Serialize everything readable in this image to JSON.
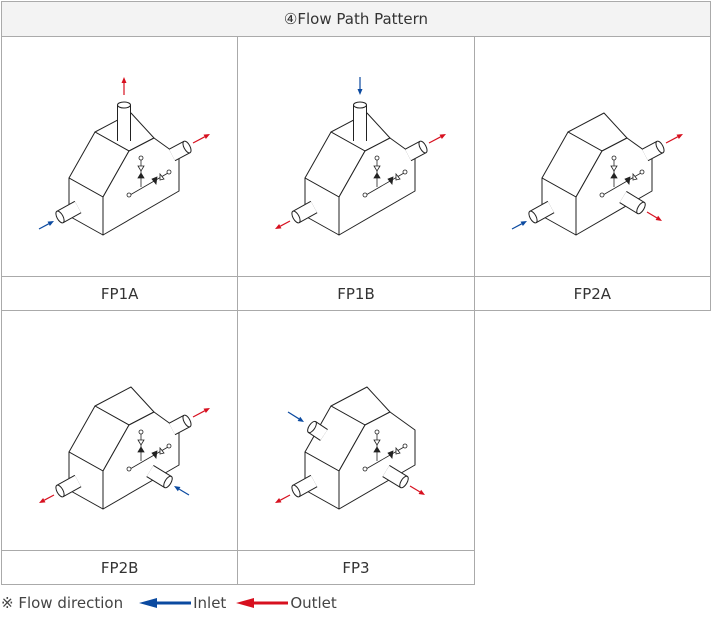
{
  "title": "④Flow Path Pattern",
  "colors": {
    "inlet": "#0b4aa0",
    "outlet": "#d7101f",
    "line": "#222"
  },
  "patterns": [
    {
      "label": "FP1A",
      "ports": [
        {
          "pos": "top",
          "flow": "outlet"
        },
        {
          "pos": "back-right",
          "flow": "outlet"
        },
        {
          "pos": "left",
          "flow": "inlet"
        }
      ]
    },
    {
      "label": "FP1B",
      "ports": [
        {
          "pos": "top",
          "flow": "inlet"
        },
        {
          "pos": "back-right",
          "flow": "outlet"
        },
        {
          "pos": "left",
          "flow": "outlet"
        }
      ]
    },
    {
      "label": "FP2A",
      "ports": [
        {
          "pos": "back-right",
          "flow": "outlet"
        },
        {
          "pos": "front-right",
          "flow": "outlet"
        },
        {
          "pos": "left",
          "flow": "inlet"
        }
      ]
    },
    {
      "label": "FP2B",
      "ports": [
        {
          "pos": "back-right",
          "flow": "outlet"
        },
        {
          "pos": "front-right",
          "flow": "inlet"
        },
        {
          "pos": "left",
          "flow": "outlet"
        }
      ]
    },
    {
      "label": "FP3",
      "ports": [
        {
          "pos": "back-left",
          "flow": "inlet"
        },
        {
          "pos": "front-right",
          "flow": "outlet"
        },
        {
          "pos": "left",
          "flow": "outlet"
        }
      ]
    }
  ],
  "legend": {
    "note": "※ Flow direction",
    "inlet": "Inlet",
    "outlet": "Outlet"
  }
}
